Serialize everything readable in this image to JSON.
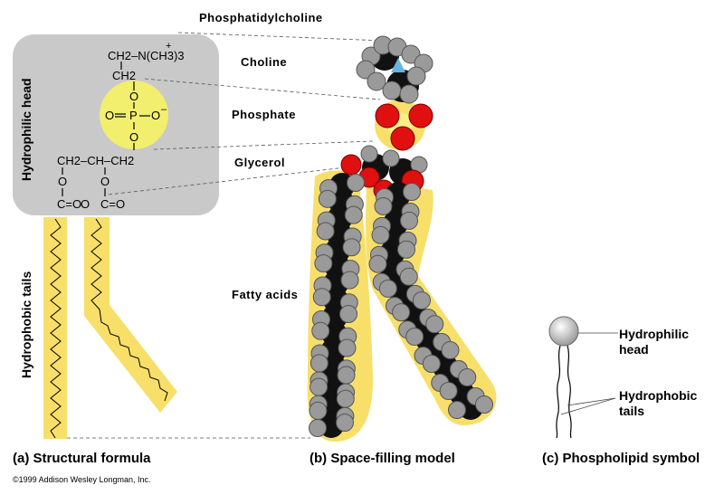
{
  "title": "Phosphatidylcholine",
  "labels": {
    "choline": "Choline",
    "phosphate": "Phosphate",
    "glycerol": "Glycerol",
    "fatty_acids": "Fatty acids",
    "hydrophilic_head_vertical": "Hydrophilic head",
    "hydrophobic_tails_vertical": "Hydrophobic tails"
  },
  "formula": {
    "choline_top": "CH2–N(CH3)3",
    "choline_plus": "+",
    "ch2": "CH2",
    "o_upper": "O",
    "p": "P",
    "o_left": "O",
    "o_right": "O",
    "o_minus": "–",
    "o_lower": "O",
    "glycerol_row": "CH2–CH–CH2",
    "ester_o_left": "O",
    "ester_o_mid": "O",
    "carbonyl_left": "C=O",
    "carbonyl_right": "C=O"
  },
  "symbol": {
    "head_label_1": "Hydrophilic",
    "head_label_2": "head",
    "tail_label_1": "Hydrophobic",
    "tail_label_2": "tails"
  },
  "captions": {
    "a": "(a) Structural formula",
    "b": "(b) Space-filling model",
    "c": "(c) Phospholipid symbol"
  },
  "copyright": "©1999 Addison Wesley Longman, Inc.",
  "colors": {
    "head_box": "#c9c9c9",
    "phosphate_circle": "#f2ee6e",
    "tail_band": "#f7df6a",
    "oxygen": "#e01010",
    "hydrogen": "#9a9a9a",
    "carbon": "#111111",
    "nitrogen": "#66b3e0"
  }
}
